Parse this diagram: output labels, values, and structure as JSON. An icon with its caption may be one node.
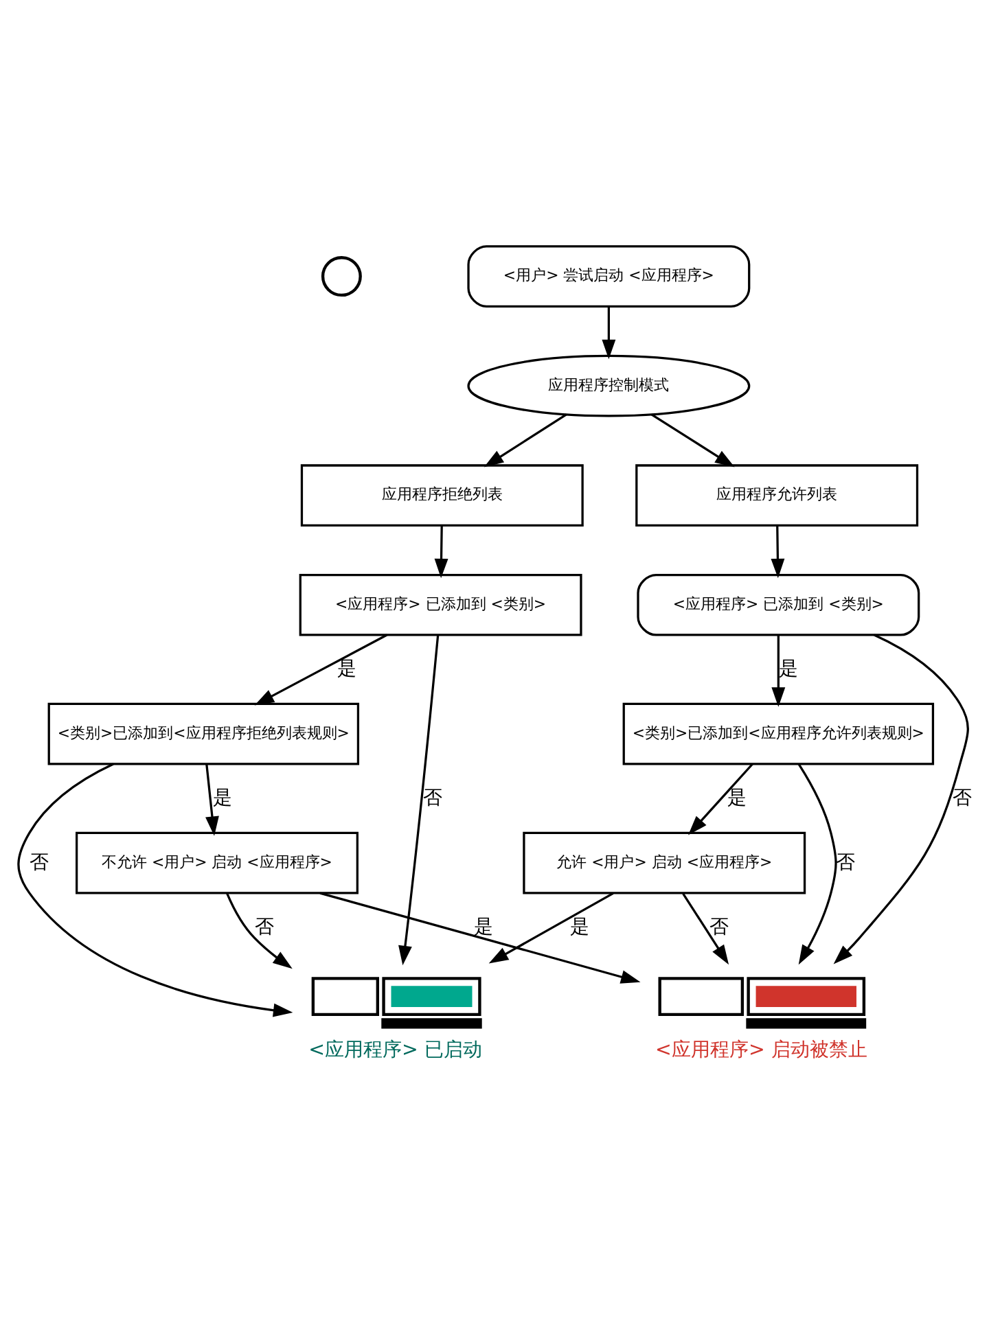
{
  "diagram": {
    "nodes": [
      {
        "text": [],
        "shape": "person"
      },
      {
        "text": [
          "<用户> 尝试启动 <应用程序>"
        ]
      },
      {
        "text": [
          "应用程序控制模式"
        ]
      },
      {
        "text": [
          "应用程序拒绝列表"
        ]
      },
      {
        "text": [
          "应用程序允许列表"
        ]
      },
      {
        "text": [
          "<应用程序> 已添加到 <类别>"
        ]
      },
      {
        "text": [
          "<类别>已添加到<应用程序拒绝列表规则>"
        ]
      },
      {
        "text": [
          "不允许 <用户> 启动 <应用程序>"
        ]
      },
      {
        "text": [
          "<应用程序> 已添加到 <类别>"
        ]
      },
      {
        "text": [
          "<类别>已添加到<应用程序允许列表规则>"
        ]
      },
      {
        "text": [
          "允许 <用户> 启动 <应用程序>"
        ]
      },
      {
        "text": [],
        "shape": "picture",
        "beside": [
          "<应用程序> 启动被禁止"
        ]
      },
      {
        "text": [],
        "shape": "picture",
        "beside": [
          "<应用程序> 已启动"
        ]
      }
    ],
    "edges": [
      {
        "from": 1,
        "to": 2,
        "arrow": "to"
      },
      {
        "from": 2,
        "to": 3,
        "arrow": "to"
      },
      {
        "from": 2,
        "to": 4,
        "arrow": "to"
      },
      {
        "from": 3,
        "to": 5,
        "arrow": "to"
      },
      {
        "from": 5,
        "to": 6,
        "arrow": "to",
        "label": "是"
      },
      {
        "from": 6,
        "to": 7,
        "arrow": "to",
        "label": "是"
      },
      {
        "from": 7,
        "to": 11,
        "arrow": "to",
        "label": "是"
      },
      {
        "from": 5,
        "to": 12,
        "arrow": "to",
        "label": "否"
      },
      {
        "from": 6,
        "to": 12,
        "arrow": "to",
        "label": "否"
      },
      {
        "from": 7,
        "to": 12,
        "arrow": "to",
        "label": "否"
      },
      {
        "from": 4,
        "to": 8,
        "arrow": "to"
      },
      {
        "from": 8,
        "to": 9,
        "arrow": "to",
        "label": "是"
      },
      {
        "from": 9,
        "to": 10,
        "arrow": "to",
        "label": "是"
      },
      {
        "from": 10,
        "to": 12,
        "arrow": "to",
        "label": "是"
      },
      {
        "from": 8,
        "to": 11,
        "arrow": "to",
        "label": "否"
      },
      {
        "from": 9,
        "to": 11,
        "arrow": "to",
        "label": "否"
      },
      {
        "from": 10,
        "to": 11,
        "arrow": "to",
        "label": "否"
      }
    ]
  }
}
